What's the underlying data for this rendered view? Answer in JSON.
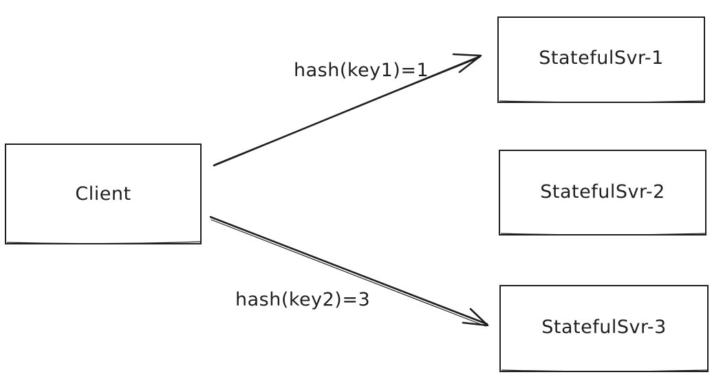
{
  "diagram": {
    "nodes": {
      "client": {
        "label": "Client"
      },
      "server1": {
        "label": "StatefulSvr-1"
      },
      "server2": {
        "label": "StatefulSvr-2"
      },
      "server3": {
        "label": "StatefulSvr-3"
      }
    },
    "edges": {
      "to_server1": {
        "label": "hash(key1)=1"
      },
      "to_server3": {
        "label": "hash(key2)=3"
      }
    },
    "colors": {
      "stroke": "#1e1e1e",
      "background": "#ffffff"
    }
  }
}
